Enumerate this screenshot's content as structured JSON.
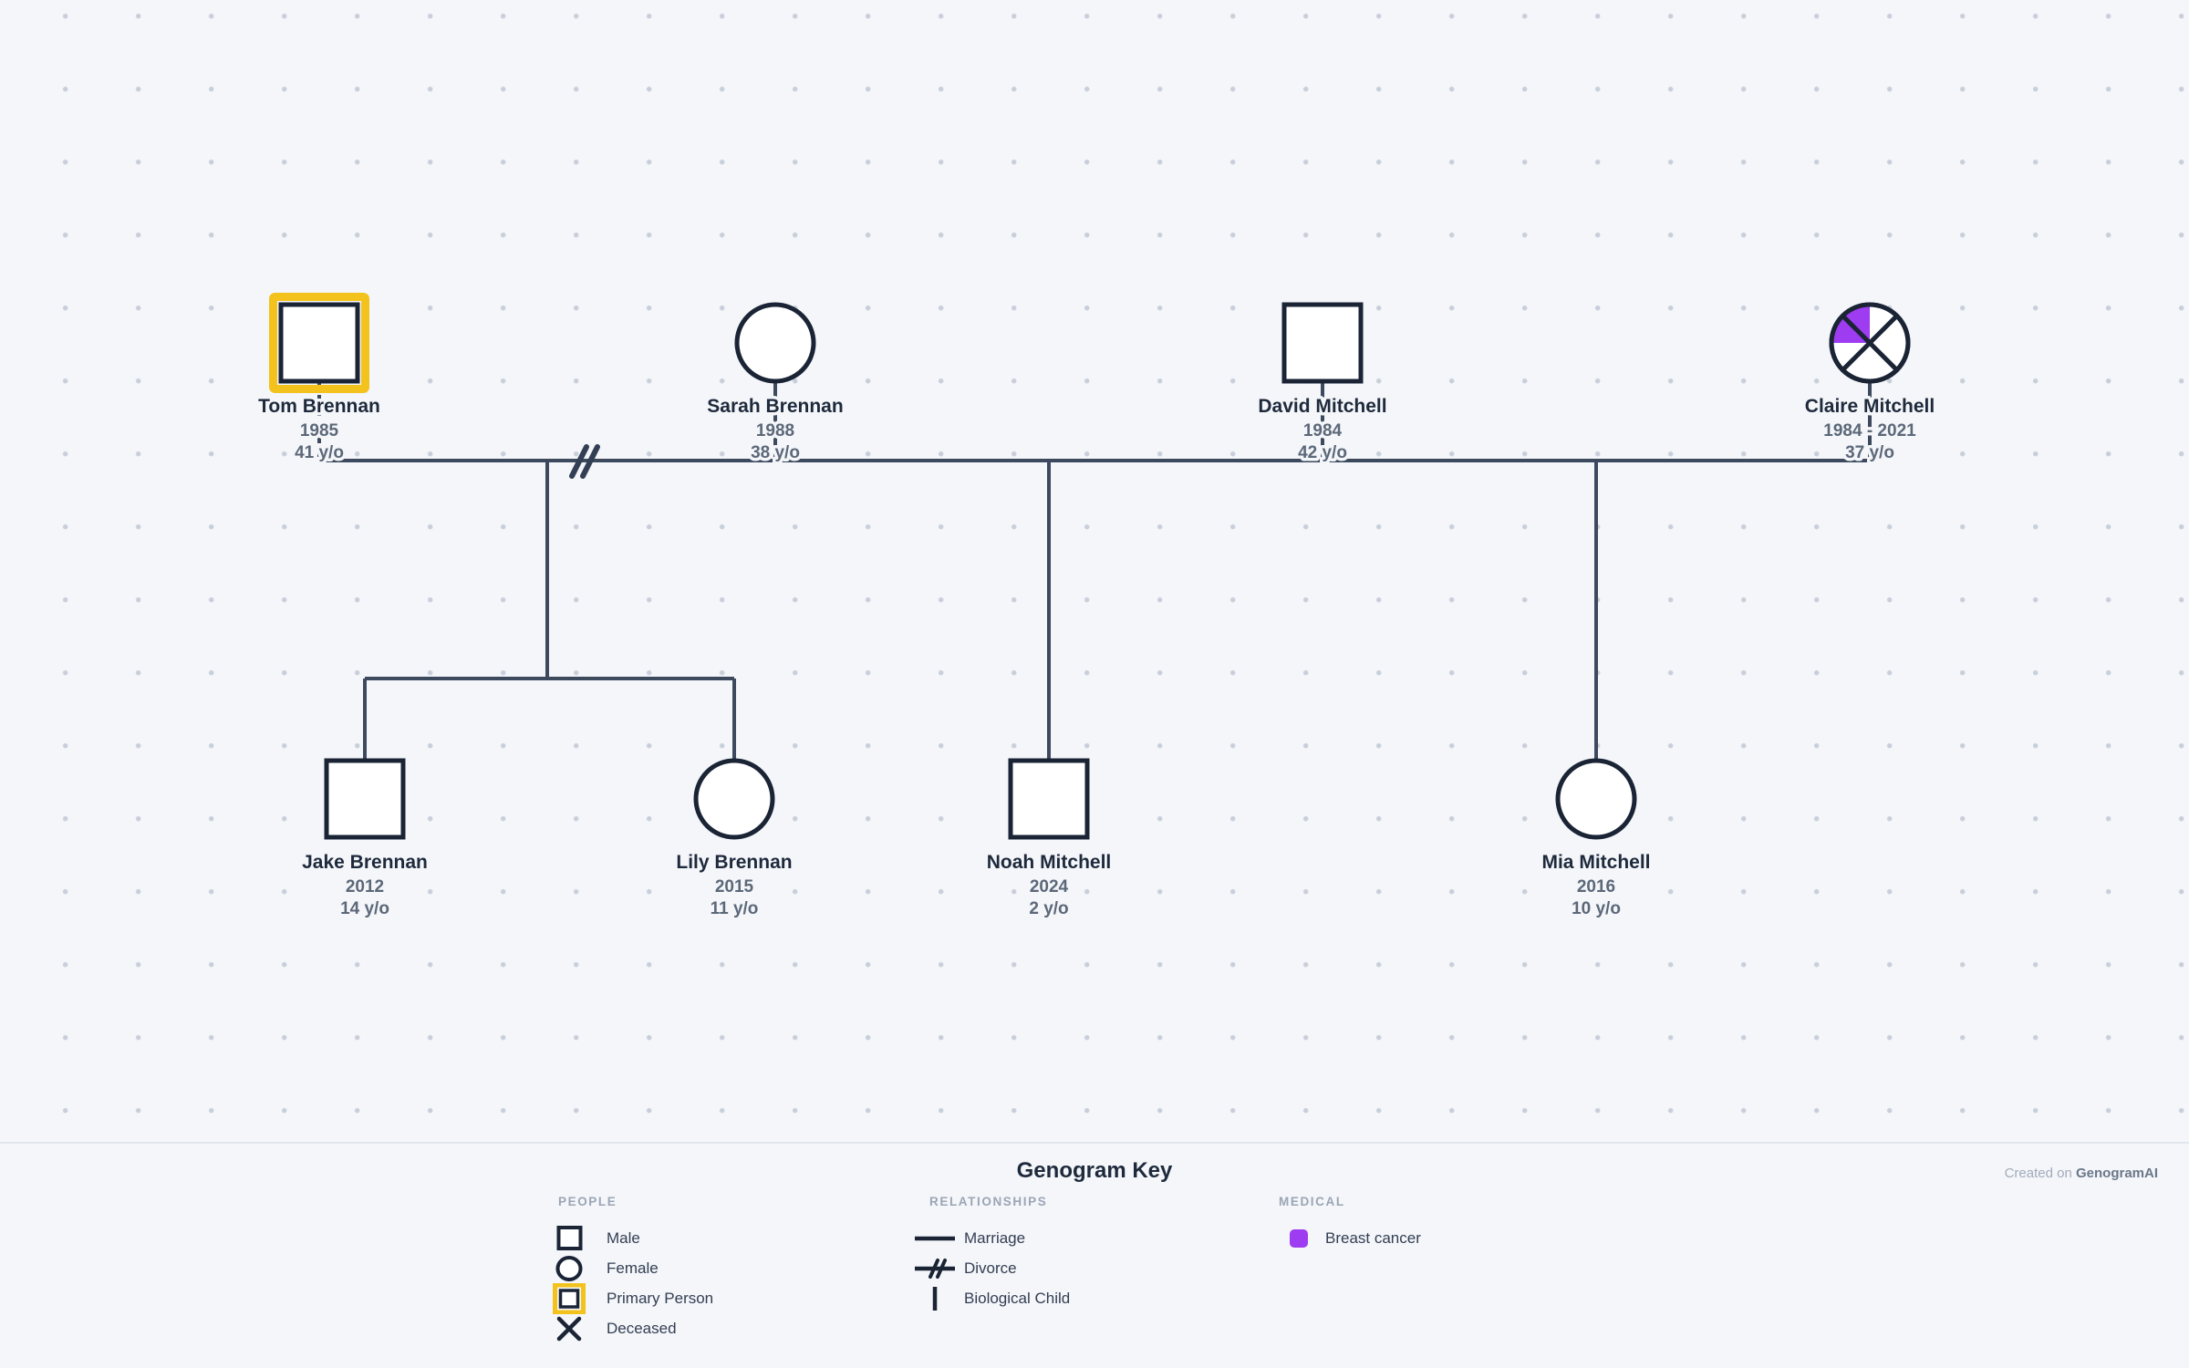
{
  "canvas": {
    "people": [
      {
        "name": "Tom Brennan",
        "birth": "1985",
        "age": "41 y/o",
        "sex": "male",
        "primary": true
      },
      {
        "name": "Sarah Brennan",
        "birth": "1988",
        "age": "38 y/o",
        "sex": "female"
      },
      {
        "name": "David Mitchell",
        "birth": "1984",
        "age": "42 y/o",
        "sex": "male"
      },
      {
        "name": "Claire Mitchell",
        "birth": "1984 - 2021",
        "age": "37 y/o",
        "sex": "female",
        "deceased": true,
        "conditions": [
          "Breast cancer"
        ]
      },
      {
        "name": "Jake Brennan",
        "birth": "2012",
        "age": "14 y/o",
        "sex": "male"
      },
      {
        "name": "Lily Brennan",
        "birth": "2015",
        "age": "11 y/o",
        "sex": "female"
      },
      {
        "name": "Noah Mitchell",
        "birth": "2024",
        "age": "2 y/o",
        "sex": "male"
      },
      {
        "name": "Mia Mitchell",
        "birth": "2016",
        "age": "10 y/o",
        "sex": "female"
      }
    ],
    "unions": [
      {
        "partners": [
          "Tom Brennan",
          "Sarah Brennan"
        ],
        "status": "Divorce",
        "children": [
          "Jake Brennan",
          "Lily Brennan"
        ]
      },
      {
        "partners": [
          "Sarah Brennan",
          "David Mitchell"
        ],
        "status": "Marriage",
        "children": [
          "Noah Mitchell"
        ]
      },
      {
        "partners": [
          "David Mitchell",
          "Claire Mitchell"
        ],
        "status": "Marriage",
        "children": [
          "Mia Mitchell"
        ]
      }
    ]
  },
  "key": {
    "title": "Genogram Key",
    "sections": {
      "people": {
        "header": "PEOPLE",
        "items": [
          "Male",
          "Female",
          "Primary Person",
          "Deceased"
        ]
      },
      "relationships": {
        "header": "RELATIONSHIPS",
        "items": [
          "Marriage",
          "Divorce",
          "Biological Child"
        ]
      },
      "medical": {
        "header": "MEDICAL",
        "items": [
          "Breast cancer"
        ]
      }
    }
  },
  "footer": {
    "credit_prefix": "Created on",
    "credit_brand": "GenogramAI"
  },
  "colors": {
    "background": "#f4f6fa",
    "primary_highlight_yellow": "#f3c21c",
    "medical_breast_cancer_purple": "#9d3cf0",
    "shape_stroke": "#1a2435",
    "relationship_line": "#3d4a5e"
  }
}
